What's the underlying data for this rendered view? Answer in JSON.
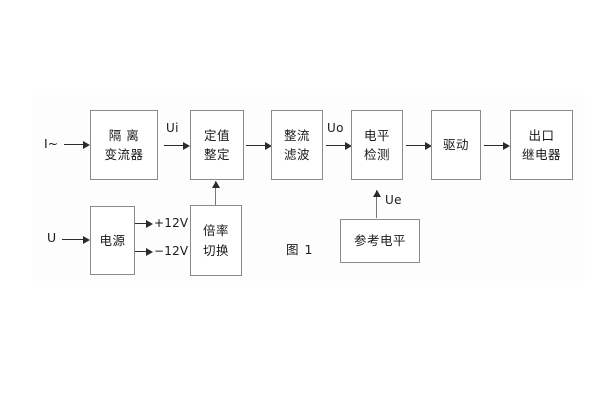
{
  "figure": {
    "caption": "图 1",
    "inputs": [
      {
        "name": "current-input",
        "text": "I~"
      },
      {
        "name": "voltage-input",
        "text": "U"
      }
    ],
    "signals": [
      {
        "name": "ui",
        "text": "Ui"
      },
      {
        "name": "uo",
        "text": "Uo"
      },
      {
        "name": "ue",
        "text": "Ue"
      }
    ],
    "rails": [
      {
        "name": "rail-positive",
        "text": "+12V"
      },
      {
        "name": "rail-negative",
        "text": "−12V"
      }
    ],
    "blocks": {
      "isolation_transformer": {
        "line1": "隔 离",
        "line2": "变流器"
      },
      "setting_adjust": {
        "line1": "定值",
        "line2": "整定"
      },
      "rectify_filter": {
        "line1": "整流",
        "line2": "滤波"
      },
      "level_detect": {
        "line1": "电平",
        "line2": "检测"
      },
      "drive": {
        "line1": "驱动"
      },
      "output_relay": {
        "line1": "出口",
        "line2": "继电器"
      },
      "power_supply": {
        "line1": "电源"
      },
      "ratio_switch": {
        "line1": "倍率",
        "line2": "切换"
      },
      "reference_level": {
        "line1": "参考电平"
      }
    },
    "colors": {
      "box_border": "#8a8a8a",
      "arrow": "#2b2b2b",
      "text": "#1a1a1a",
      "panel": "#fdfdfd"
    }
  }
}
